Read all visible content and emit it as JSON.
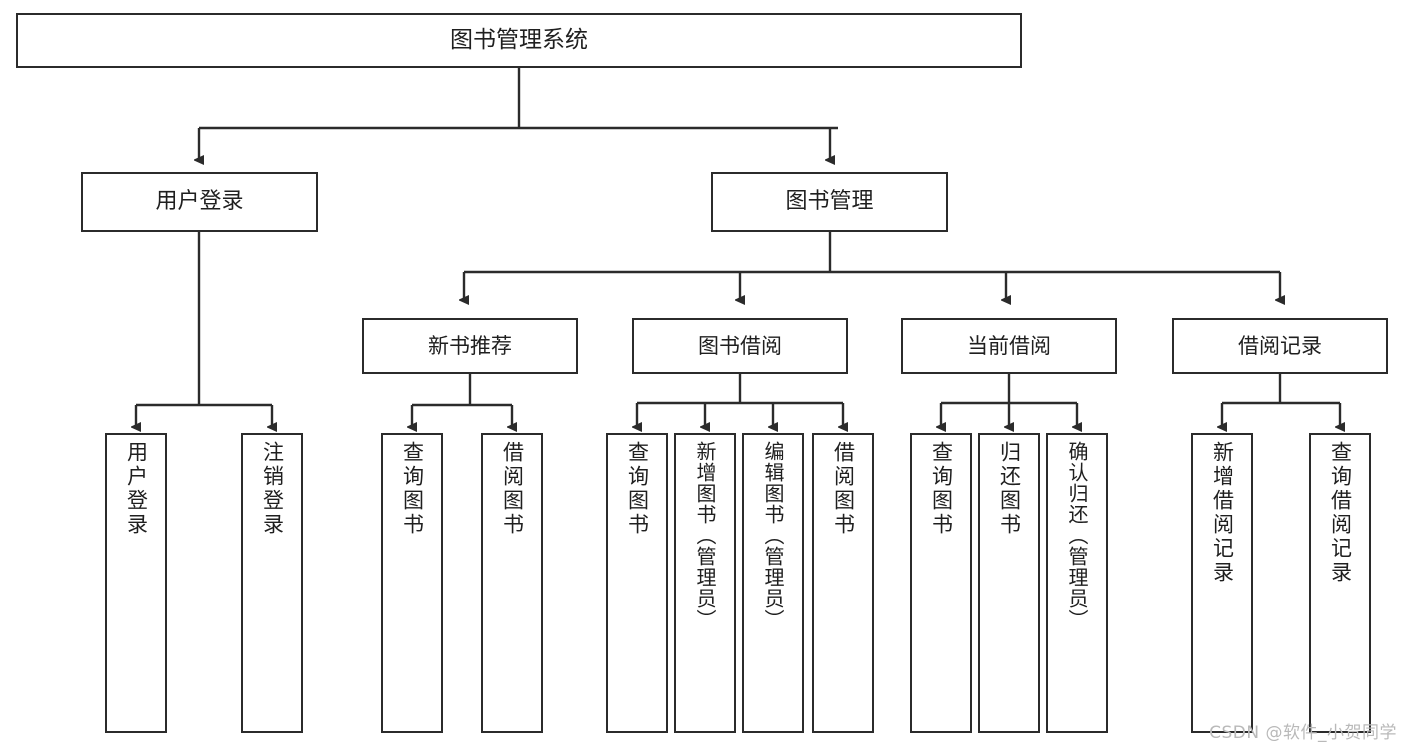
{
  "diagram": {
    "title": "图书管理系统",
    "type": "tree-hierarchy",
    "watermark": "CSDN @软件_小贺同学",
    "colors": {
      "background": "#ffffff",
      "box_border": "#2b2b2b",
      "box_fill": "#ffffff",
      "connector": "#2b2b2b",
      "text": "#1f1f1f",
      "watermark": "#b9b9b9"
    },
    "root": {
      "id": "root",
      "label": "图书管理系统"
    },
    "level2": [
      {
        "id": "user-login",
        "label": "用户登录"
      },
      {
        "id": "book-manage",
        "label": "图书管理"
      }
    ],
    "level3": [
      {
        "id": "new-book-rec",
        "label": "新书推荐",
        "parent": "book-manage"
      },
      {
        "id": "book-borrow",
        "label": "图书借阅",
        "parent": "book-manage"
      },
      {
        "id": "current-borrow",
        "label": "当前借阅",
        "parent": "book-manage"
      },
      {
        "id": "borrow-record",
        "label": "借阅记录",
        "parent": "book-manage"
      }
    ],
    "leaves": [
      {
        "id": "leaf-user-login",
        "label": "用户登录",
        "parent": "user-login"
      },
      {
        "id": "leaf-logout",
        "label": "注销登录",
        "parent": "user-login"
      },
      {
        "id": "leaf-query-book-1",
        "label": "查询图书",
        "parent": "new-book-rec"
      },
      {
        "id": "leaf-borrow-book-1",
        "label": "借阅图书",
        "parent": "new-book-rec"
      },
      {
        "id": "leaf-query-book-2",
        "label": "查询图书",
        "parent": "book-borrow"
      },
      {
        "id": "leaf-add-book",
        "label": "新增图书（管理员）",
        "parent": "book-borrow"
      },
      {
        "id": "leaf-edit-book",
        "label": "编辑图书（管理员）",
        "parent": "book-borrow"
      },
      {
        "id": "leaf-borrow-book-2",
        "label": "借阅图书",
        "parent": "book-borrow"
      },
      {
        "id": "leaf-query-book-3",
        "label": "查询图书",
        "parent": "current-borrow"
      },
      {
        "id": "leaf-return-book",
        "label": "归还图书",
        "parent": "current-borrow"
      },
      {
        "id": "leaf-confirm-return",
        "label": "确认归还（管理员）",
        "parent": "current-borrow"
      },
      {
        "id": "leaf-add-record",
        "label": "新增借阅记录",
        "parent": "borrow-record"
      },
      {
        "id": "leaf-query-record",
        "label": "查询借阅记录",
        "parent": "borrow-record"
      }
    ]
  }
}
